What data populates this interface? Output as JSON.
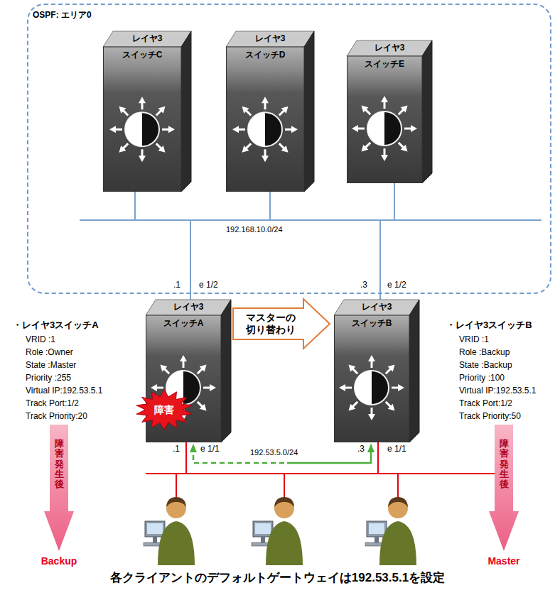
{
  "diagram": {
    "caption": "各クライアントのデフォルトゲートウェイは192.53.5.1を設定",
    "nodes": [
      {
        "text": [
          "OSPF: エリア0"
        ]
      },
      {
        "text": [
          "レイヤ3",
          "スイッチC"
        ],
        "in": 0
      },
      {
        "text": [
          "レイヤ3",
          "スイッチD"
        ],
        "in": 0
      },
      {
        "text": [
          "レイヤ3",
          "スイッチE"
        ],
        "in": 0
      },
      {
        "text": [
          "レイヤ3",
          "スイッチA"
        ]
      },
      {
        "text": [
          "マスターの 切り替わり"
        ]
      },
      {
        "text": [
          "レイヤ3",
          "スイッチB"
        ]
      },
      {
        "text": [
          "障害"
        ]
      },
      {
        "text": [
          "障害発生後"
        ]
      },
      {
        "text": [
          "障害発生後"
        ]
      }
    ],
    "labels": [
      "192.168.10.0/24",
      ".1",
      "e 1/2",
      ".3",
      "e 1/2",
      ".1",
      "e 1/1",
      "192.53.5.0/24",
      ".3",
      "e 1/1",
      "・レイヤ3スイッチA",
      "VRID :1",
      "Role :Owner",
      "State :Master",
      "Priority :255",
      "Virtual IP:192.53.5.1",
      "Track Port:1/2",
      "Track Priority:20",
      "Backup",
      "・レイヤ3スイッチB",
      "VRID :1",
      "Role :Backup",
      "State :Backup",
      "Priority :100",
      "Virtual IP:192.53.5.1",
      "Track Port:1/2",
      "Track Priority:50",
      "Master"
    ]
  }
}
